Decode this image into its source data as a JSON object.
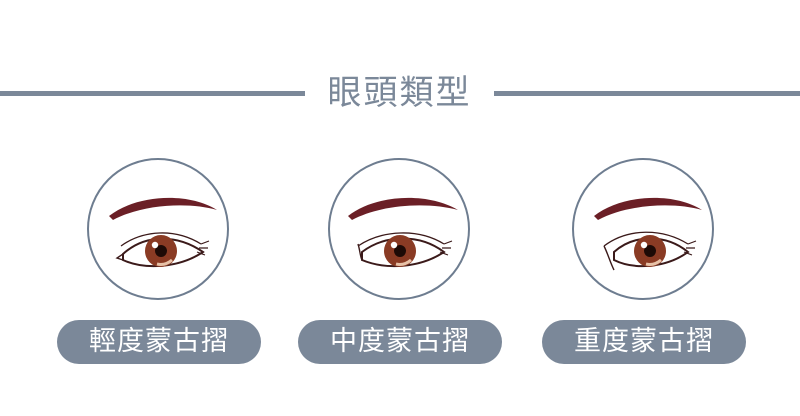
{
  "header": {
    "title": "眼頭類型"
  },
  "types": [
    {
      "label": "輕度蒙古摺"
    },
    {
      "label": "中度蒙古摺"
    },
    {
      "label": "重度蒙古摺"
    }
  ],
  "colors": {
    "accent": "#7b8899",
    "brow": "#6b1f26",
    "iris": "#8a3b24",
    "pupil": "#1d0a06"
  },
  "icons": [
    "eye-illustration-icon",
    "eyebrow-icon"
  ]
}
